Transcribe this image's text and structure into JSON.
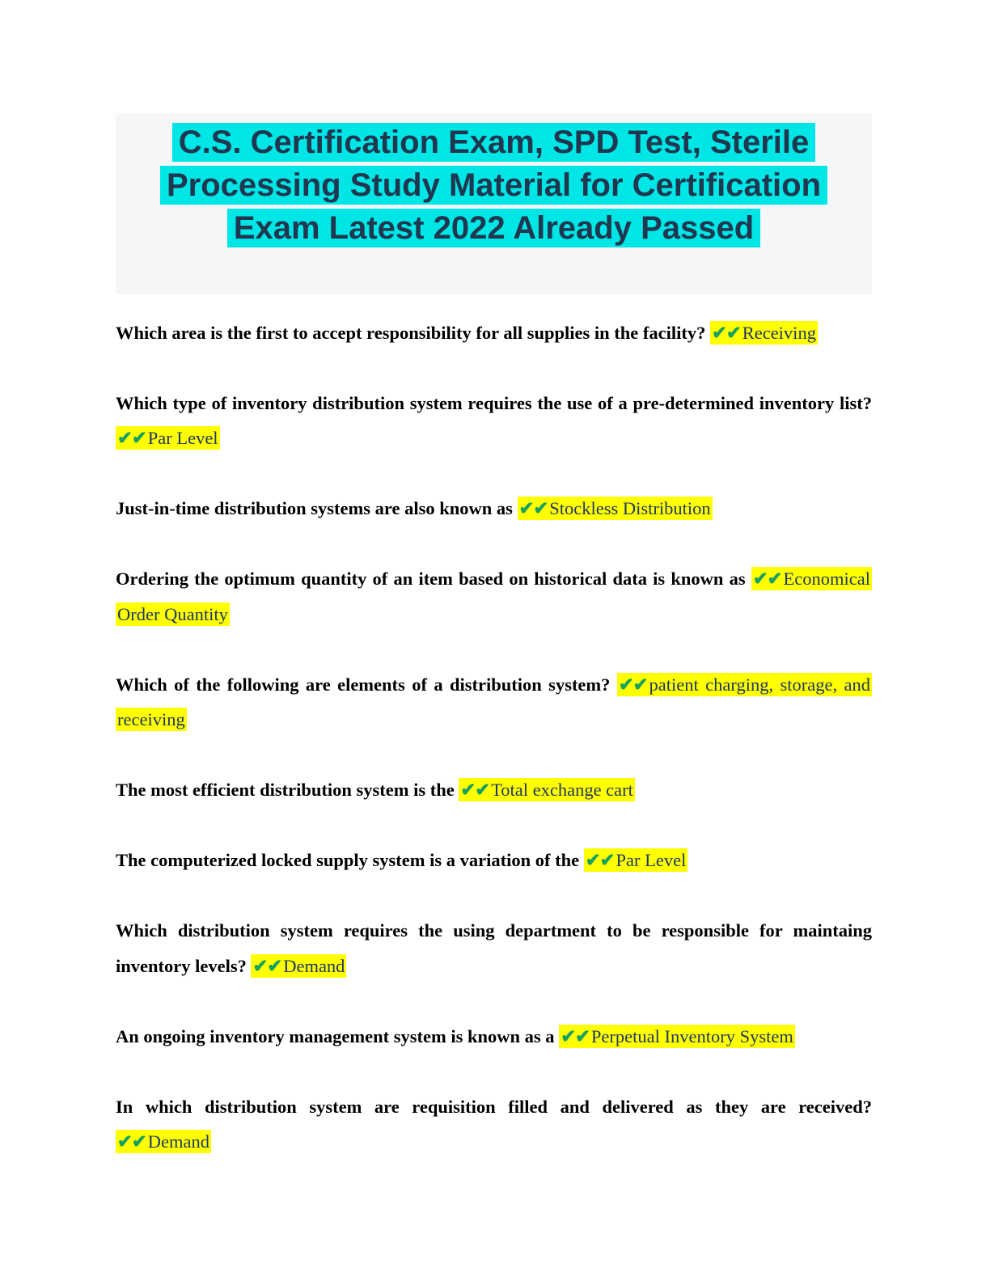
{
  "page": {
    "title": "C.S. Certification Exam, SPD Test, Sterile Processing Study Material for Certification Exam Latest 2022 Already Passed"
  },
  "colors": {
    "title_box_bg": "#f4f6f8",
    "title_highlight": "#00e6e6",
    "title_text": "#20374f",
    "question_text": "#000000",
    "answer_highlight": "#ffff00",
    "checkmark": "#18a05e",
    "answer_text": "#1f3864"
  },
  "qa": [
    {
      "question": "Which area is the first to accept responsibility for all supplies in the facility? ",
      "checks": "✔✔",
      "answer": "Receiving"
    },
    {
      "question": "Which type of inventory distribution system requires the use of a pre-determined inventory list? ",
      "checks": "✔✔",
      "answer": "Par Level"
    },
    {
      "question": "Just-in-time distribution systems are also known as ",
      "checks": "✔✔",
      "answer": "Stockless Distribution"
    },
    {
      "question": "Ordering the optimum quantity of an item based on historical data is known as ",
      "checks": "✔✔",
      "answer": "Economical Order Quantity"
    },
    {
      "question": "Which of the following are elements of a distribution system? ",
      "checks": "✔✔",
      "answer": "patient charging, storage, and receiving"
    },
    {
      "question": "The most efficient distribution system is the ",
      "checks": "✔✔",
      "answer": "Total exchange cart"
    },
    {
      "question": "The computerized locked supply system is a variation of the ",
      "checks": "✔✔",
      "answer": "Par Level"
    },
    {
      "question": "Which distribution system requires the using department to be responsible for maintaing inventory levels? ",
      "checks": "✔✔",
      "answer": "Demand"
    },
    {
      "question": "An ongoing inventory management system is known as a ",
      "checks": "✔✔",
      "answer": "Perpetual Inventory System"
    },
    {
      "question": "In which distribution system are requisition filled and delivered as they are received? ",
      "checks": "✔✔",
      "answer": "Demand"
    }
  ]
}
